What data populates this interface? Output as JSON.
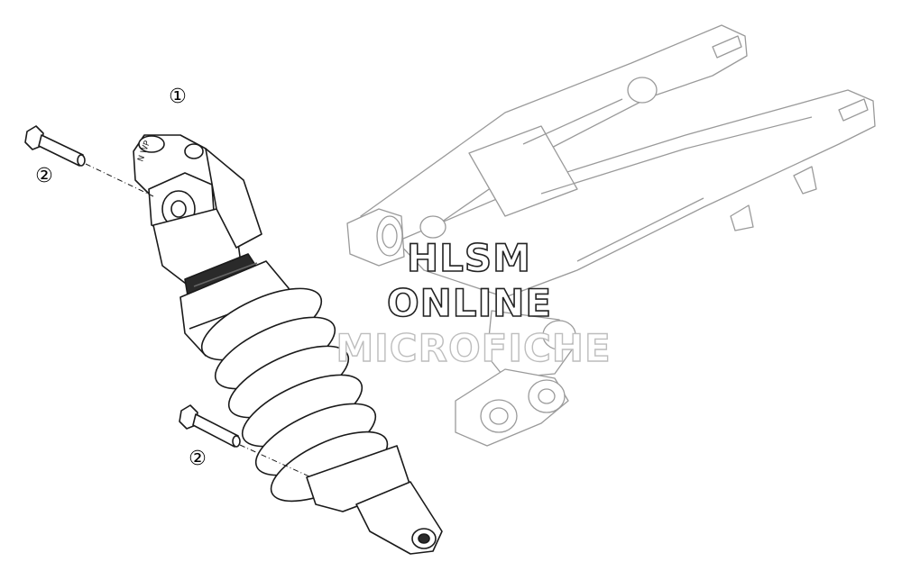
{
  "diagram": {
    "callouts": [
      {
        "id": "callout-1",
        "label": "①",
        "part": "shock-absorber"
      },
      {
        "id": "callout-2a",
        "label": "②",
        "part": "upper-mounting-bolt"
      },
      {
        "id": "callout-2b",
        "label": "②",
        "part": "lower-mounting-bolt"
      }
    ],
    "watermark": {
      "line1": "HLSM",
      "line2": "ONLINE",
      "line3": "MICROFICHE"
    }
  },
  "colors": {
    "line": "#1a1a1a",
    "ghost_line": "#9a9a9a",
    "background": "#ffffff"
  }
}
